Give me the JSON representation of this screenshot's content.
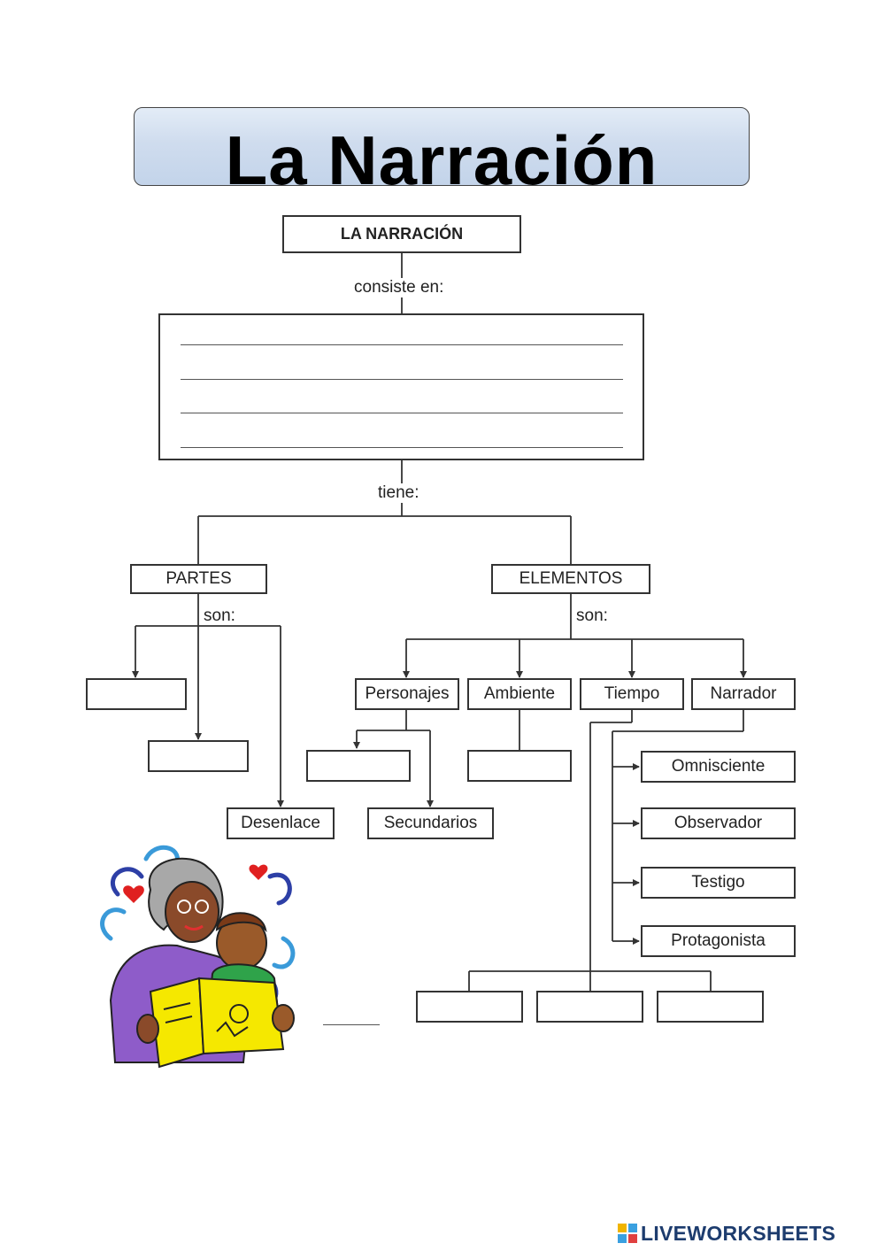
{
  "title": "La Narración",
  "root": "LA NARRACIÓN",
  "connectors": {
    "consiste_en": "consiste en:",
    "tiene": "tiene:",
    "son_partes": "son:",
    "son_elementos": "son:"
  },
  "partes": {
    "label": "PARTES",
    "items": [
      "",
      "",
      "Desenlace"
    ]
  },
  "elementos": {
    "label": "ELEMENTOS",
    "items": [
      "Personajes",
      "Ambiente",
      "Tiempo",
      "Narrador"
    ]
  },
  "personajes_tipos": [
    "",
    "Secundarios"
  ],
  "ambiente_tipos": [
    ""
  ],
  "narrador_tipos": [
    "Omnisciente",
    "Observador",
    "Testigo",
    "Protagonista"
  ],
  "tiempo_tipos": [
    "",
    "",
    ""
  ],
  "footer": {
    "brand": "LIVEWORKSHEETS"
  },
  "icons": [
    "grandmother-reading-clipart",
    "liveworksheets-logo"
  ]
}
